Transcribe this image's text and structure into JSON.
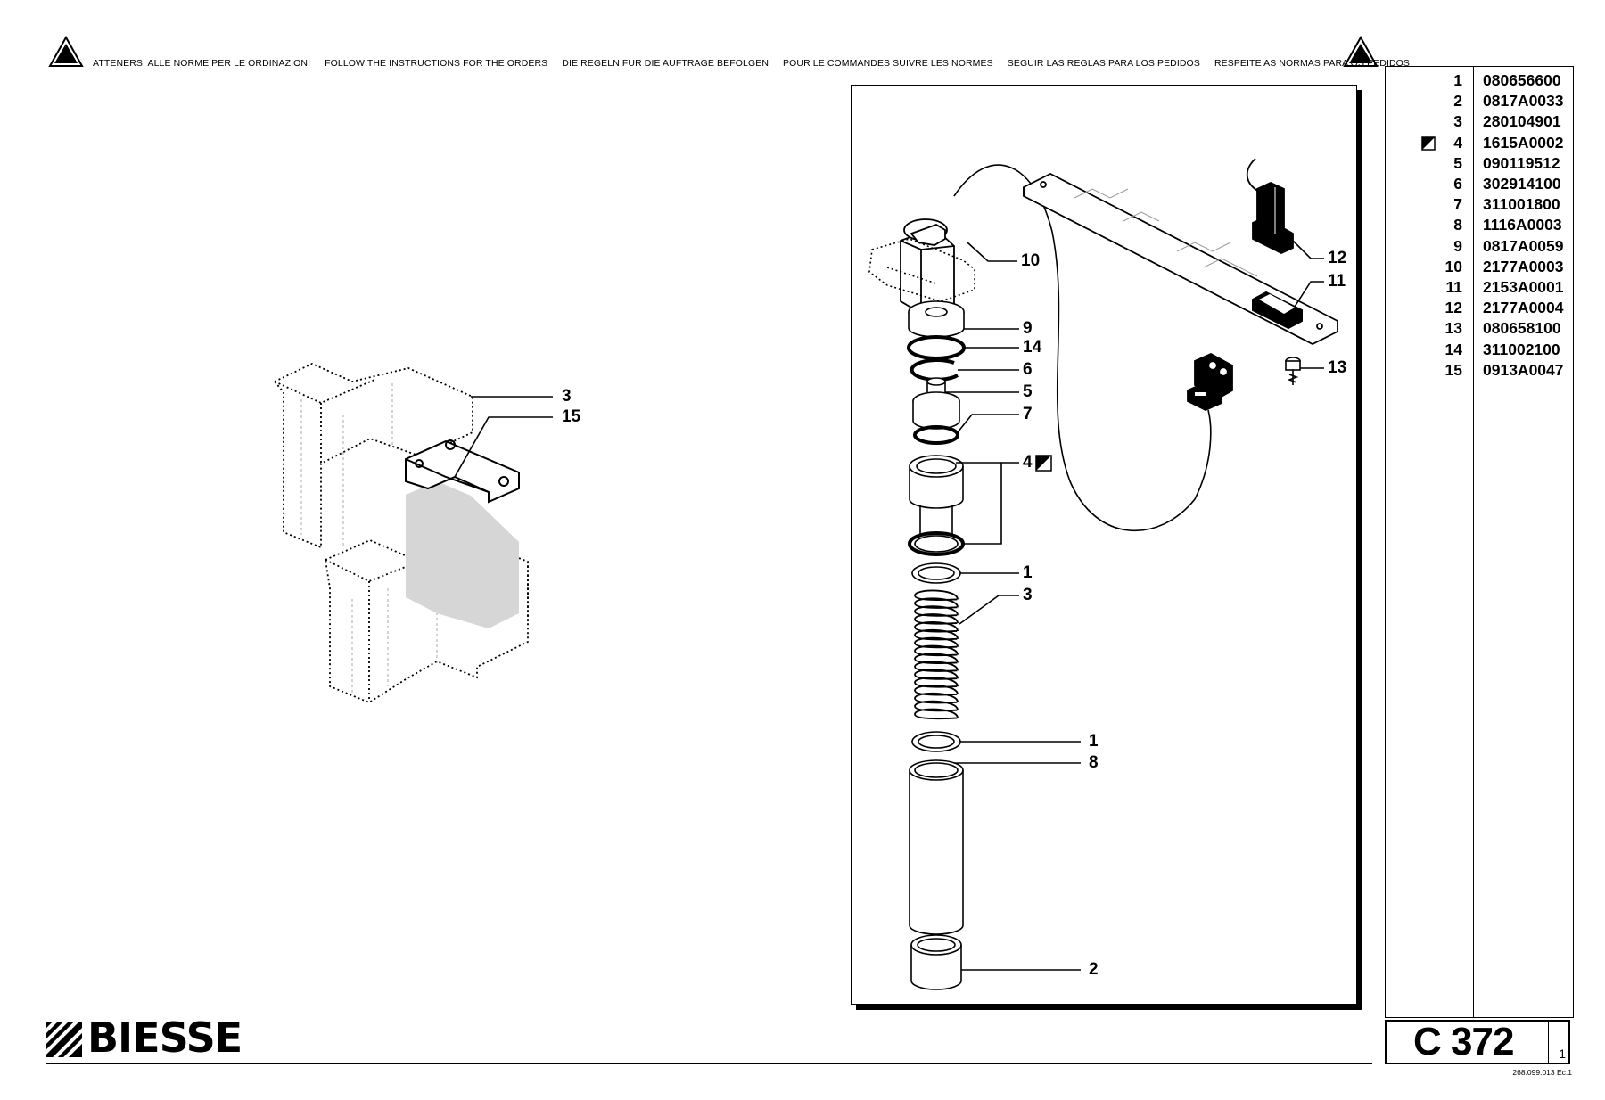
{
  "header": {
    "instructions": [
      "ATTENERSI ALLE NORME PER LE ORDINAZIONI",
      "FOLLOW THE INSTRUCTIONS FOR THE ORDERS",
      "DIE REGELN FUR DIE AUFTRAGE BEFOLGEN",
      "POUR LE COMMANDES SUIVRE LES NORMES",
      "SEGUIR LAS REGLAS PARA LOS PEDIDOS",
      "RESPEITE AS NORMAS PARA OS PEDIDOS"
    ]
  },
  "parts": [
    {
      "num": "1",
      "code": "080656600"
    },
    {
      "num": "2",
      "code": "0817A0033"
    },
    {
      "num": "3",
      "code": "280104901"
    },
    {
      "num": "4",
      "code": "1615A0002",
      "marked": true
    },
    {
      "num": "5",
      "code": "090119512"
    },
    {
      "num": "6",
      "code": "302914100"
    },
    {
      "num": "7",
      "code": "311001800"
    },
    {
      "num": "8",
      "code": "1116A0003"
    },
    {
      "num": "9",
      "code": "0817A0059"
    },
    {
      "num": "10",
      "code": "2177A0003"
    },
    {
      "num": "11",
      "code": "2153A0001"
    },
    {
      "num": "12",
      "code": "2177A0004"
    },
    {
      "num": "13",
      "code": "080658100"
    },
    {
      "num": "14",
      "code": "311002100"
    },
    {
      "num": "15",
      "code": "0913A0047"
    }
  ],
  "callouts": {
    "left": {
      "c3": "3",
      "c15": "15"
    },
    "main": {
      "c10": "10",
      "c9": "9",
      "c14": "14",
      "c6": "6",
      "c5": "5",
      "c7": "7",
      "c4": "4",
      "c1a": "1",
      "c3": "3",
      "c1b": "1",
      "c8": "8",
      "c2": "2",
      "c12": "12",
      "c11": "11",
      "c13": "13"
    }
  },
  "footer": {
    "brand": "BIESSE",
    "table_code": "C 372",
    "sheet": "1",
    "doc_ref": "268.099.013 Ec.1"
  }
}
